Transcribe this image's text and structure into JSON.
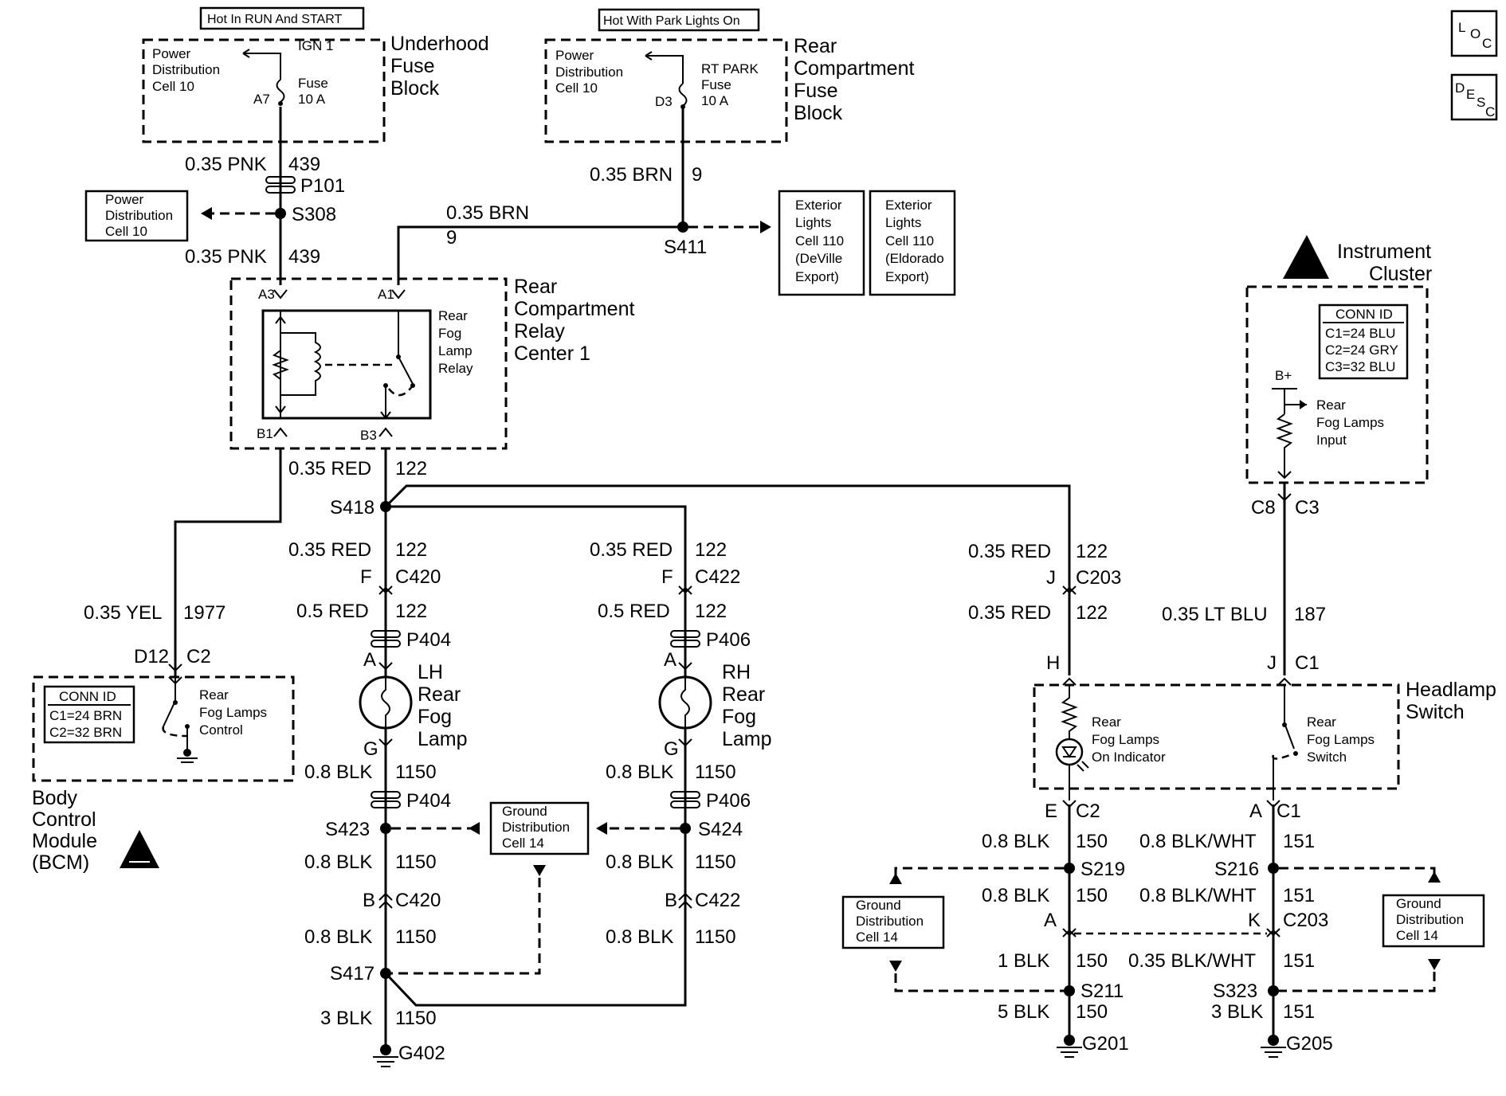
{
  "source_banners": {
    "fuse_block_1": "Hot In RUN And START",
    "fuse_block_2": "Hot With Park Lights On"
  },
  "fuse_blocks": {
    "underhood": {
      "title": [
        "Underhood",
        "Fuse",
        "Block"
      ],
      "power_dist": [
        "Power",
        "Distribution",
        "Cell 10"
      ],
      "fuse": [
        "IGN 1",
        "Fuse",
        "10 A"
      ],
      "pin": "A7"
    },
    "rear": {
      "title": [
        "Rear",
        "Compartment",
        "Fuse",
        "Block"
      ],
      "power_dist": [
        "Power",
        "Distribution",
        "Cell 10"
      ],
      "fuse": [
        "RT PARK",
        "Fuse",
        "10 A"
      ],
      "pin": "D3"
    }
  },
  "side_icons": {
    "loc": "LOC",
    "desc": "DESC"
  },
  "refs": {
    "power_dist": [
      "Power",
      "Distribution",
      "Cell 10"
    ],
    "ext_lights_deville": [
      "Exterior",
      "Lights",
      "Cell 110",
      "(DeVille",
      "Export)"
    ],
    "ext_lights_eldorado": [
      "Exterior",
      "Lights",
      "Cell 110",
      "(Eldorado",
      "Export)"
    ],
    "ground_dist": [
      "Ground",
      "Distribution",
      "Cell 14"
    ]
  },
  "wires": {
    "pnk_top": [
      "0.35 PNK",
      "439"
    ],
    "pnk_bottom": [
      "0.35 PNK",
      "439"
    ],
    "brn_vertical": [
      "0.35 BRN",
      "9"
    ],
    "brn_horizontal": [
      "0.35 BRN",
      "9"
    ],
    "red_b3": [
      "0.35 RED",
      "122"
    ],
    "red_lh_1": [
      "0.35 RED",
      "122"
    ],
    "red_lh_2": [
      "0.5 RED",
      "122"
    ],
    "red_rh_1": [
      "0.35 RED",
      "122"
    ],
    "red_rh_2": [
      "0.5 RED",
      "122"
    ],
    "red_hl_1": [
      "0.35 RED",
      "122"
    ],
    "red_hl_2": [
      "0.35 RED",
      "122"
    ],
    "yel": [
      "0.35 YEL",
      "1977"
    ],
    "ltblu": [
      "0.35 LT BLU",
      "187"
    ],
    "blk_lh_1": [
      "0.8 BLK",
      "1150"
    ],
    "blk_lh_2": [
      "0.8 BLK",
      "1150"
    ],
    "blk_lh_3": [
      "0.8 BLK",
      "1150"
    ],
    "blk_lh_4": [
      "3 BLK",
      "1150"
    ],
    "blk_rh_1": [
      "0.8 BLK",
      "1150"
    ],
    "blk_rh_2": [
      "0.8 BLK",
      "1150"
    ],
    "blk_rh_3": [
      "0.8 BLK",
      "1150"
    ],
    "blk_150_1": [
      "0.8 BLK",
      "150"
    ],
    "blk_150_2": [
      "0.8 BLK",
      "150"
    ],
    "blk_150_3": [
      "1 BLK",
      "150"
    ],
    "blk_150_4": [
      "5 BLK",
      "150"
    ],
    "bw_151_1": [
      "0.8 BLK/WHT",
      "151"
    ],
    "bw_151_2": [
      "0.8 BLK/WHT",
      "151"
    ],
    "bw_151_3": [
      "0.35 BLK/WHT",
      "151"
    ],
    "bw_151_4": [
      "3 BLK",
      "151"
    ]
  },
  "connectors": {
    "p101": "P101",
    "p404_top": "P404",
    "p404_bot": "P404",
    "p406_top": "P406",
    "p406_bot": "P406",
    "c420_top": [
      "F",
      "C420"
    ],
    "c420_bot": [
      "B",
      "C420"
    ],
    "c422_top": [
      "F",
      "C422"
    ],
    "c422_bot": [
      "B",
      "C422"
    ],
    "c203_top": [
      "J",
      "C203"
    ],
    "c203_bot": [
      "A",
      "K",
      "C203"
    ],
    "bcm_pins": [
      "D12",
      "C2"
    ],
    "ic_pins": [
      "C8",
      "C3"
    ],
    "hl_in_left": "H",
    "hl_in_right": [
      "J",
      "C1"
    ],
    "hl_out_left": [
      "E",
      "C2"
    ],
    "hl_out_right": [
      "A",
      "C1"
    ],
    "lamp_lh_pins": [
      "A",
      "G"
    ],
    "lamp_rh_pins": [
      "A",
      "G"
    ],
    "relay_pins": [
      "A3",
      "A1",
      "B1",
      "B3"
    ]
  },
  "splices": {
    "s308": "S308",
    "s411": "S411",
    "s418": "S418",
    "s423": "S423",
    "s424": "S424",
    "s417": "S417",
    "s219": "S219",
    "s216": "S216",
    "s211": "S211",
    "s323": "S323"
  },
  "grounds": {
    "g402": "G402",
    "g201": "G201",
    "g205": "G205"
  },
  "components": {
    "relay_center": [
      "Rear",
      "Compartment",
      "Relay",
      "Center 1"
    ],
    "relay": [
      "Rear",
      "Fog",
      "Lamp",
      "Relay"
    ],
    "lh_lamp": [
      "LH",
      "Rear",
      "Fog",
      "Lamp"
    ],
    "rh_lamp": [
      "RH",
      "Rear",
      "Fog",
      "Lamp"
    ],
    "bcm_title": [
      "Body",
      "Control",
      "Module",
      "(BCM)"
    ],
    "bcm_conn_id": [
      "CONN ID",
      "C1=24 BRN",
      "C2=32 BRN"
    ],
    "bcm_ctrl": [
      "Rear",
      "Fog Lamps",
      "Control"
    ],
    "ic_title": [
      "Instrument",
      "Cluster"
    ],
    "ic_conn_id": [
      "CONN ID",
      "C1=24 BLU",
      "C2=24 GRY",
      "C3=32 BLU"
    ],
    "ic_bplus": "B+",
    "ic_input": [
      "Rear",
      "Fog Lamps",
      "Input"
    ],
    "hl_title": [
      "Headlamp",
      "Switch"
    ],
    "hl_indicator": [
      "Rear",
      "Fog Lamps",
      "On Indicator"
    ],
    "hl_switch": [
      "Rear",
      "Fog Lamps",
      "Switch"
    ]
  }
}
